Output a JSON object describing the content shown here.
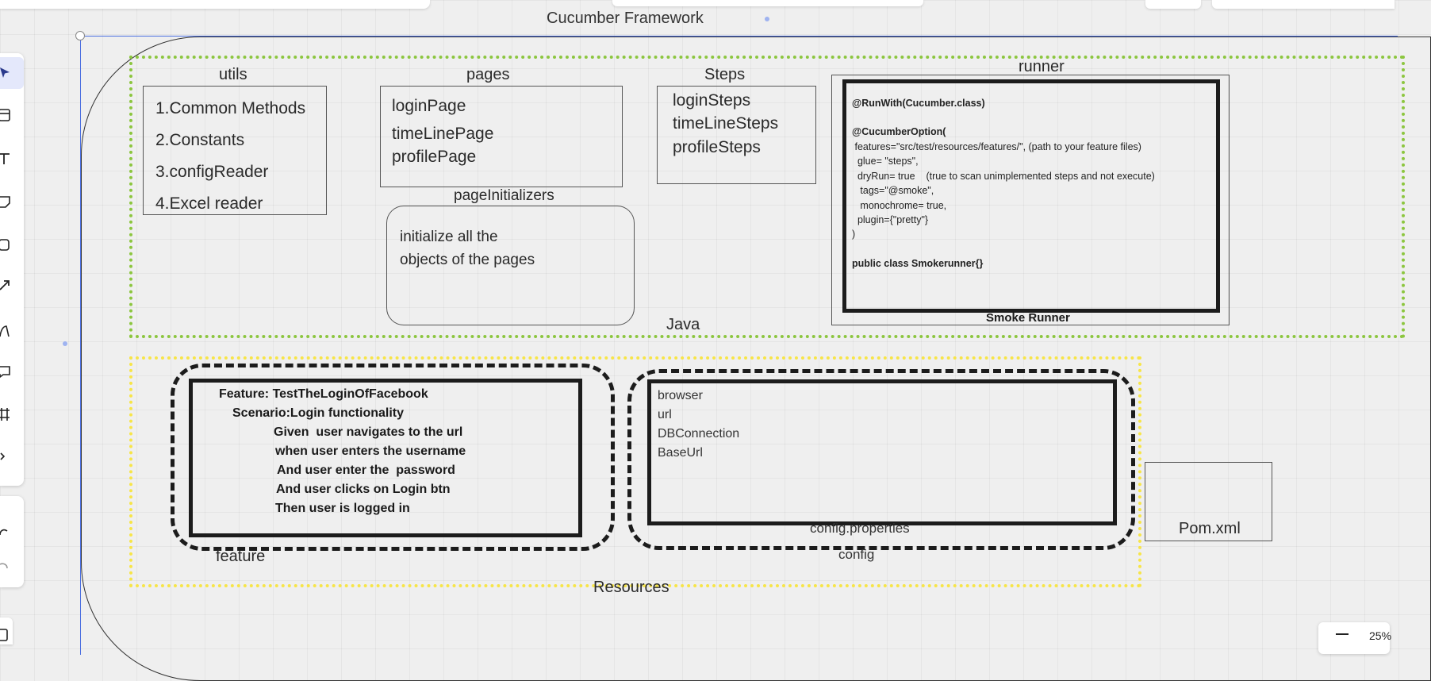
{
  "canvas": {
    "frame_title": "Cucumber Framework"
  },
  "toolbar": {
    "tools": [
      {
        "name": "select-tool",
        "icon": "cursor-arrow-icon"
      },
      {
        "name": "template-tool",
        "icon": "template-icon"
      },
      {
        "name": "text-tool",
        "icon": "text-icon"
      },
      {
        "name": "sticky-note-tool",
        "icon": "sticky-note-icon"
      },
      {
        "name": "shape-tool",
        "icon": "shape-icon"
      },
      {
        "name": "connection-line-tool",
        "icon": "arrow-icon"
      },
      {
        "name": "pen-tool",
        "icon": "pen-icon"
      },
      {
        "name": "comment-tool",
        "icon": "comment-icon"
      },
      {
        "name": "frame-tool",
        "icon": "frame-icon"
      },
      {
        "name": "more-tools",
        "icon": "chevron-right-icon"
      }
    ],
    "undo_icon": "undo-icon",
    "redo_icon": "redo-icon"
  },
  "java_section": {
    "label": "Java",
    "utils": {
      "title": "utils",
      "items": [
        "1.Common Methods",
        "2.Constants",
        "3.configReader",
        "4.Excel reader"
      ]
    },
    "pages": {
      "title": "pages",
      "items": [
        "loginPage",
        "timeLinePage",
        "profilePage"
      ]
    },
    "page_initializers": {
      "title": "pageInitializers",
      "lines": [
        "initialize all the",
        "objects of the pages"
      ]
    },
    "steps": {
      "title": "Steps",
      "items": [
        "loginSteps",
        "timeLineSteps",
        "profileSteps"
      ]
    },
    "runner": {
      "title": "runner",
      "caption": "Smoke Runner",
      "code": {
        "line1": "@RunWith(Cucumber.class)",
        "line2": "@CucumberOption(",
        "line3": " features=\"src/test/resources/features/\", (path to your feature files)",
        "line4": "  glue= \"steps\",",
        "line5": "  dryRun= true    (true to scan unimplemented steps and not execute)",
        "line6": "   tags=\"@smoke\",",
        "line7": "   monochrome= true,",
        "line8": "  plugin={\"pretty\"}",
        "line9": ")",
        "line10": "public class Smokerunner{}"
      }
    }
  },
  "resources_section": {
    "label": "Resources",
    "feature": {
      "caption": "feature",
      "lines": [
        "Feature: TestTheLoginOfFacebook",
        "Scenario:Login functionality",
        "Given  user navigates to the url",
        "when user enters the username",
        "And user enter the  password",
        "And user clicks on Login btn",
        "Then user is logged in"
      ]
    },
    "config": {
      "caption": "config",
      "file_label": "config.properties",
      "items": [
        "browser",
        "url",
        "DBConnection",
        "BaseUrl"
      ]
    },
    "pom": {
      "label": "Pom.xml"
    }
  },
  "zoom": {
    "minus_icon": "minus-icon",
    "value": "25%"
  },
  "colors": {
    "java_border": "#8cc63f",
    "resources_border": "#f7e548",
    "selection": "#4a6ee0"
  }
}
